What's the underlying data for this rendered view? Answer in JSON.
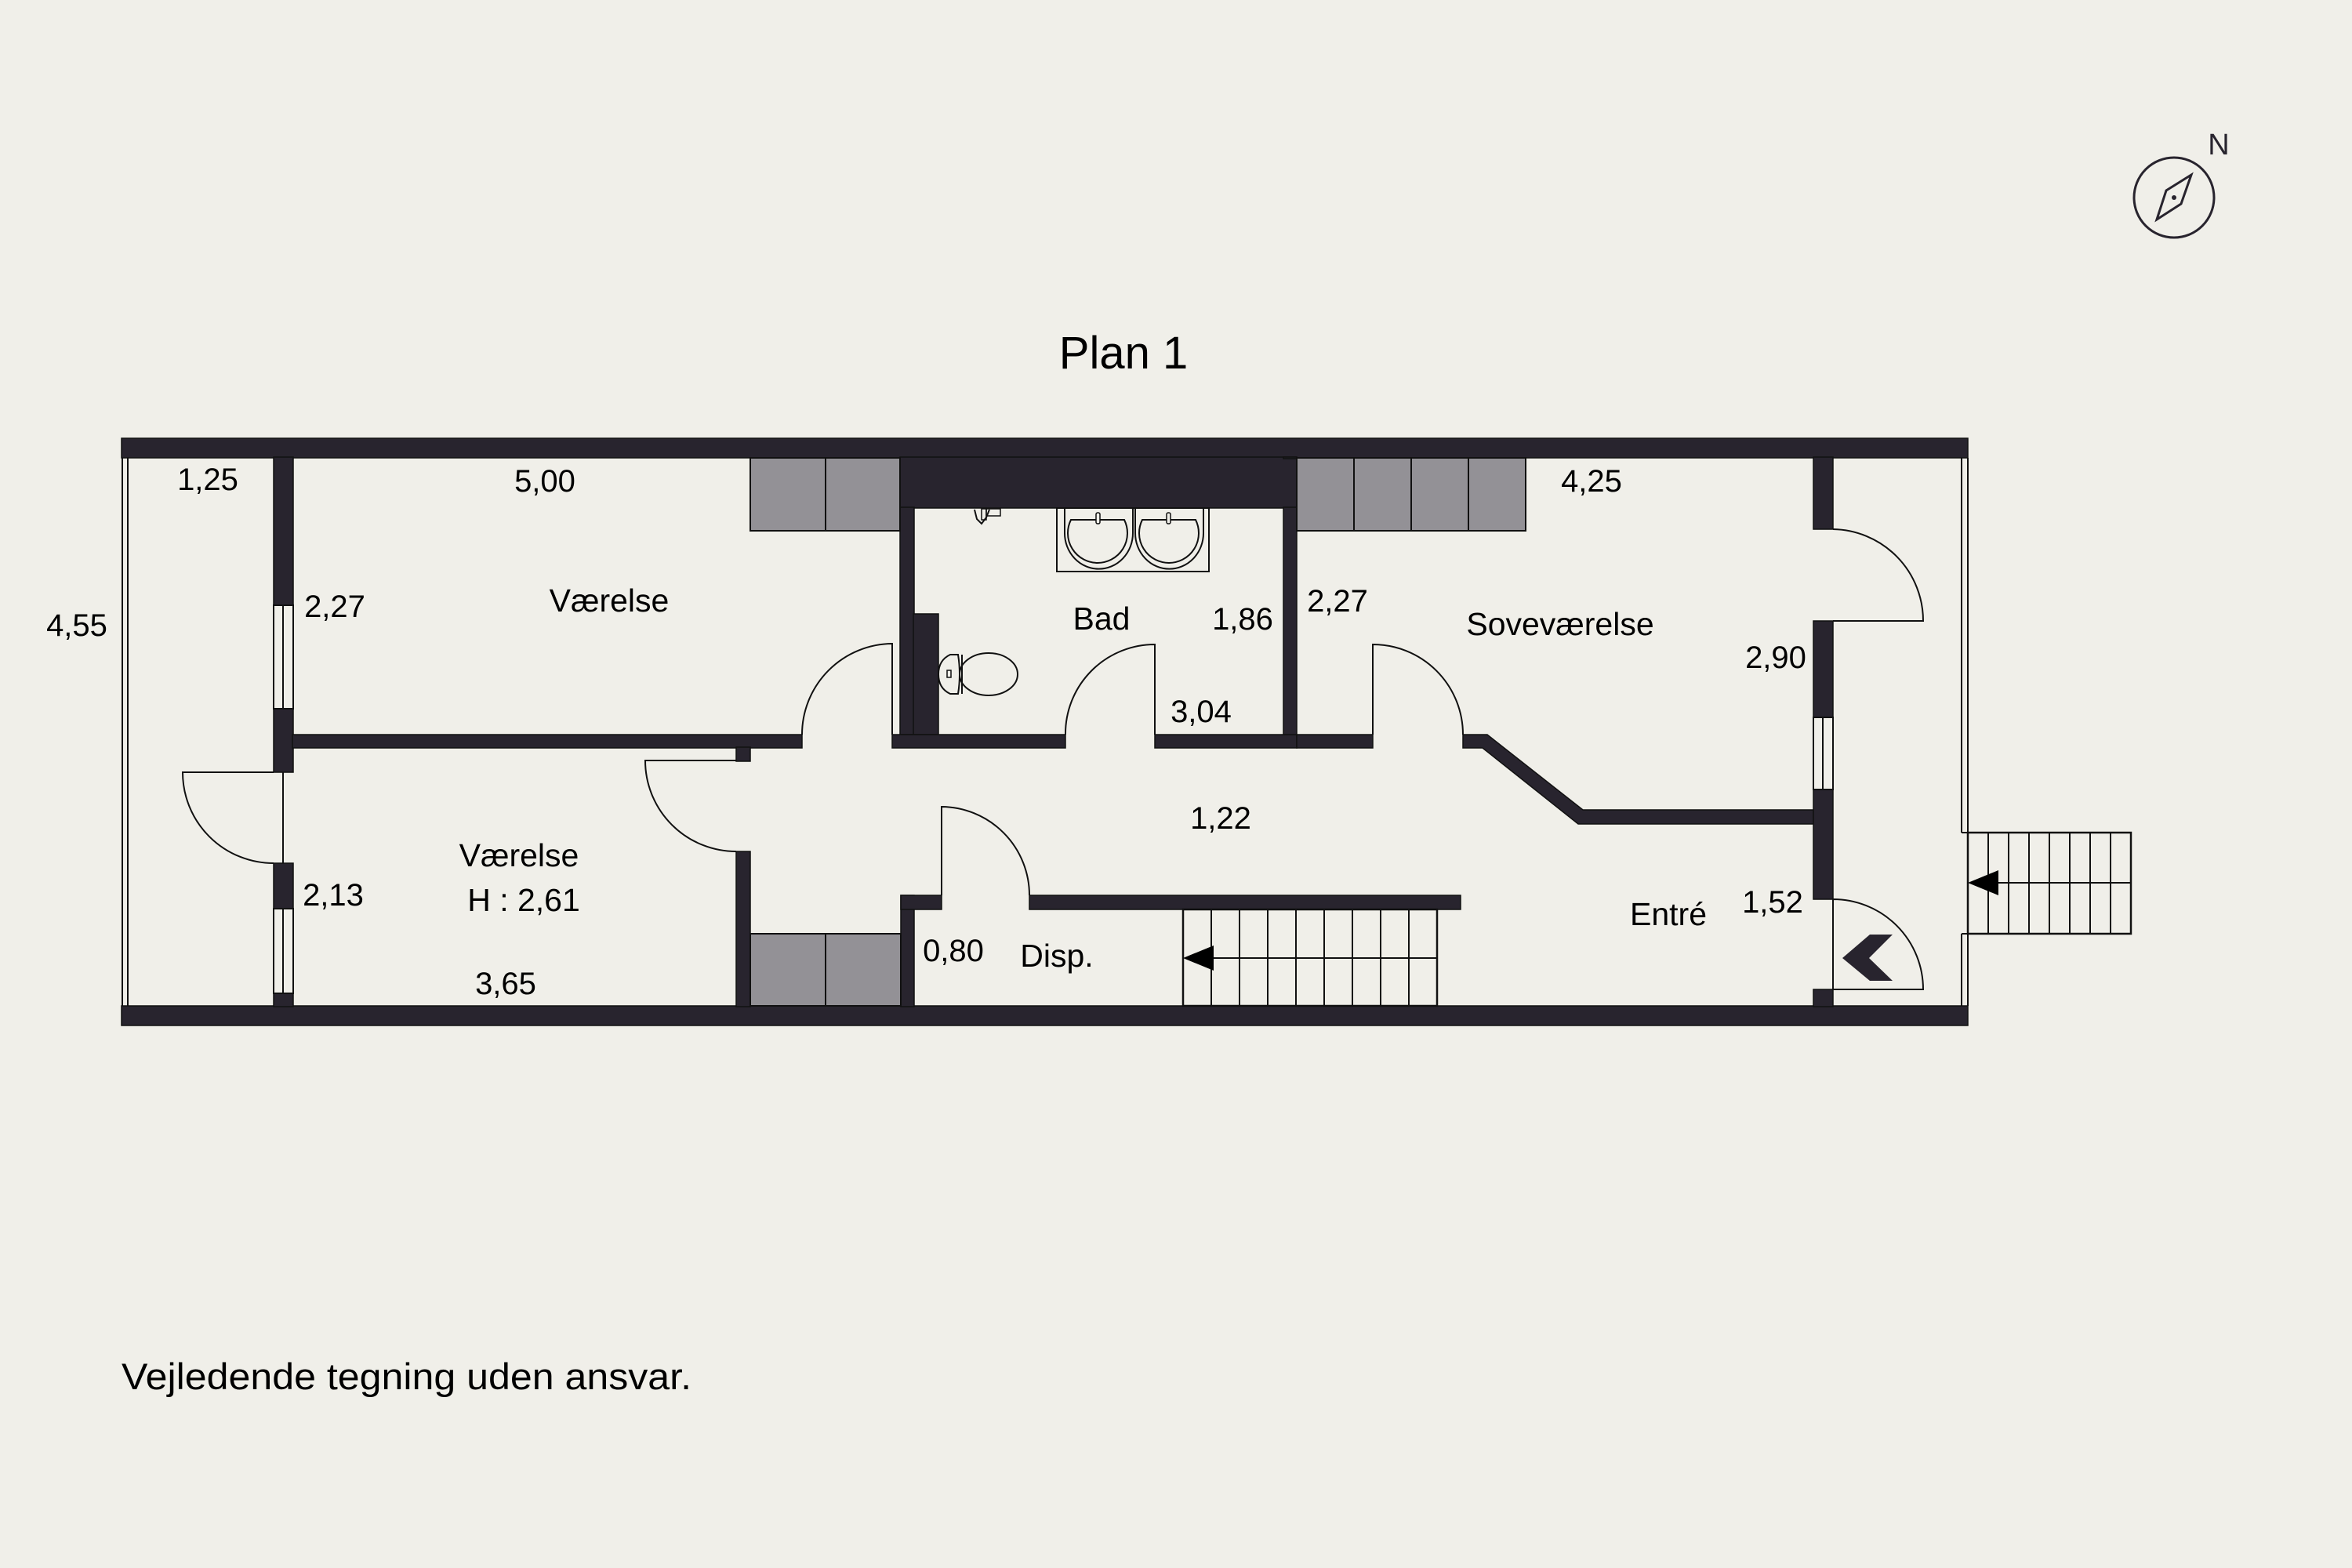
{
  "title": "Plan 1",
  "disclaimer": "Vejledende tegning uden ansvar.",
  "compass": {
    "label": "N",
    "icon": "compass-icon"
  },
  "colors": {
    "background": "#f0efe9",
    "wall": "#28242e",
    "cabinet": "#939196",
    "line": "#111111"
  },
  "rooms": {
    "vaerelse_upper": {
      "name": "Værelse",
      "width": "5,00",
      "depth": "2,27"
    },
    "vaerelse_lower": {
      "name": "Værelse",
      "height": "H : 2,61",
      "width": "3,65",
      "depth": "2,13"
    },
    "bad": {
      "name": "Bad",
      "width": "1,86",
      "depth": "3,04"
    },
    "sovevaerelse": {
      "name": "Soveværelse",
      "width": "4,25",
      "depth_left": "2,27",
      "depth_right": "2,90"
    },
    "gang": {
      "width": "1,22"
    },
    "disp": {
      "name": "Disp.",
      "width": "0,80"
    },
    "entre": {
      "name": "Entré",
      "width": "1,52"
    },
    "altan": {
      "width": "1,25",
      "depth": "4,55"
    }
  }
}
